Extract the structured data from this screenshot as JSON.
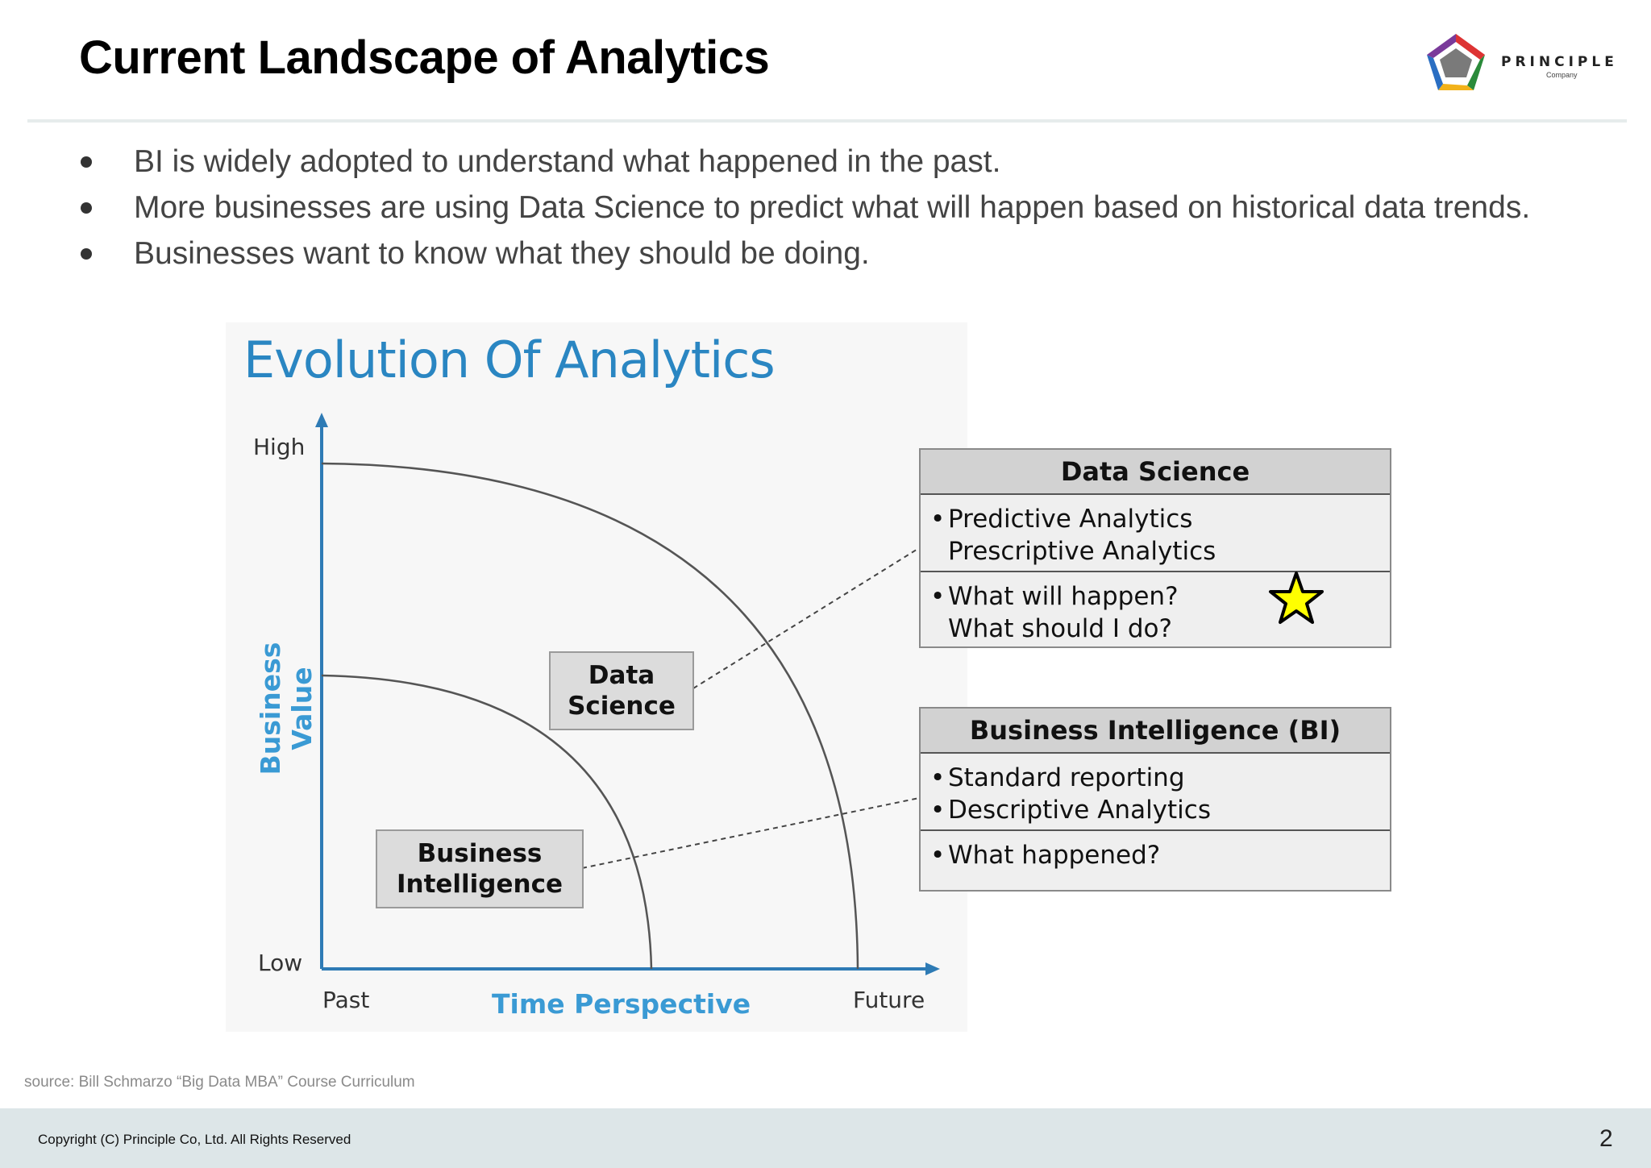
{
  "header": {
    "title": "Current Landscape of Analytics",
    "logo_text": "PRINCIPLE",
    "logo_sub": "Company"
  },
  "bullets": [
    "BI is widely adopted to understand what happened in the past.",
    "More businesses are using Data Science to predict what will happen based on historical data trends.",
    "Businesses want to know what they should be doing."
  ],
  "diagram": {
    "title": "Evolution Of Analytics",
    "y_axis_title": "Business Value",
    "y_high": "High",
    "y_low": "Low",
    "x_axis_title": "Time Perspective",
    "x_past": "Past",
    "x_future": "Future",
    "bi_box": [
      "Business",
      "Intelligence"
    ],
    "ds_box": [
      "Data",
      "Science"
    ],
    "ds_panel": {
      "title": "Data Science",
      "sec1": [
        "Predictive Analytics",
        "Prescriptive Analytics"
      ],
      "sec2": [
        "What will happen?",
        "What should I do?"
      ]
    },
    "bi_panel": {
      "title": "Business Intelligence (BI)",
      "sec1": [
        "Standard reporting",
        "Descriptive Analytics"
      ],
      "sec2": [
        "What happened?"
      ]
    },
    "star_icon": "star-icon",
    "colors": {
      "accent": "#2a86c2",
      "axis": "#2e7bb5",
      "star": "#ffff00"
    }
  },
  "source": "source: Bill Schmarzo “Big Data MBA” Course Curriculum",
  "footer": {
    "copyright": "Copyright (C) Principle Co, Ltd. All Rights Reserved",
    "page": "2"
  }
}
